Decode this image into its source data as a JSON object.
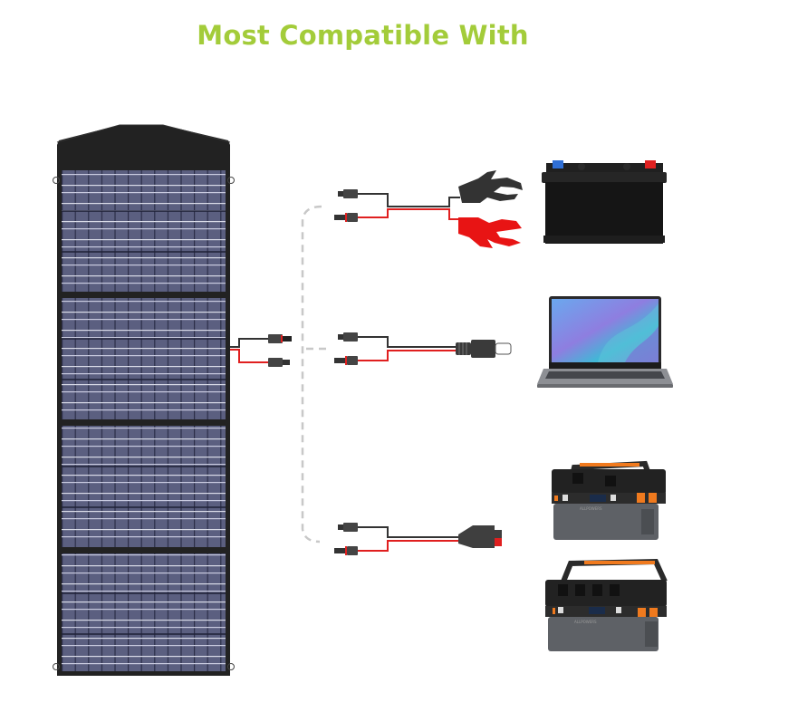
{
  "header": {
    "title": "Most Compatible With",
    "title_color": "#a3cc3a"
  },
  "colors": {
    "panel_frame": "#222222",
    "panel_cell": "#5a5e7e",
    "panel_cell_line": "#d9dbe8",
    "wire_black": "#333333",
    "wire_red": "#e01f1f",
    "dashed_branch": "#c8c8c8",
    "battery_body": "#1a1a1a",
    "battery_neg_terminal": "#2f6fd6",
    "battery_pos_terminal": "#e02020",
    "station_orange": "#f07a1e",
    "station_gray": "#5e6166"
  },
  "solar_panel": {
    "name": "foldable-solar-panel",
    "folds": 4
  },
  "connections": [
    {
      "id": "alligator-clips",
      "adapter": "MC4 to alligator clips",
      "device": "car battery"
    },
    {
      "id": "dc-barrel",
      "adapter": "MC4 to DC plug",
      "device": "laptop"
    },
    {
      "id": "anderson",
      "adapter": "MC4 to Anderson connector",
      "device": "portable power station"
    }
  ],
  "devices": [
    {
      "name": "car battery"
    },
    {
      "name": "laptop"
    },
    {
      "name": "power station (small)",
      "brand": "ALLPOWERS"
    },
    {
      "name": "power station (large)",
      "brand": "ALLPOWERS"
    }
  ]
}
